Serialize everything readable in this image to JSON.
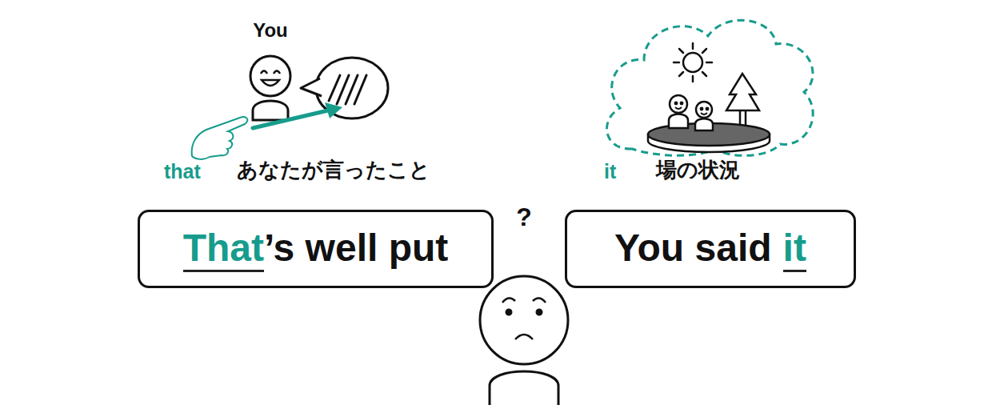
{
  "diagram": {
    "nodes": [
      {
        "text": [
          "That",
          "’s well put"
        ]
      },
      {
        "text": [
          "You said",
          "it"
        ]
      }
    ],
    "labels": [
      "You",
      "that",
      "あなたが言ったこと",
      "it",
      "場の状況",
      "?"
    ]
  }
}
